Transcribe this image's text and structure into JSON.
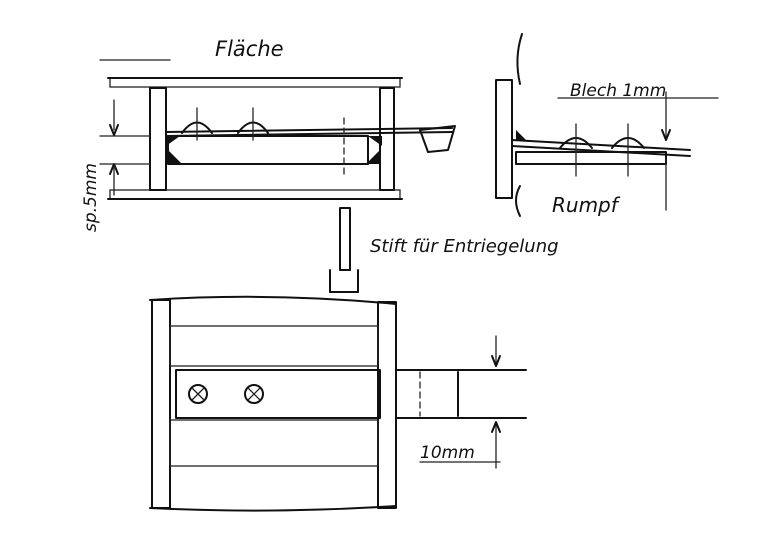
{
  "labels": {
    "flaeche": "Fläche",
    "blech": "Blech 1mm",
    "rumpf": "Rumpf",
    "stift": "Stift für Entriegelung",
    "sp": "sp.5mm",
    "ten_mm": "10mm"
  },
  "colors": {
    "ink": "#111111",
    "paper": "#ffffff"
  }
}
